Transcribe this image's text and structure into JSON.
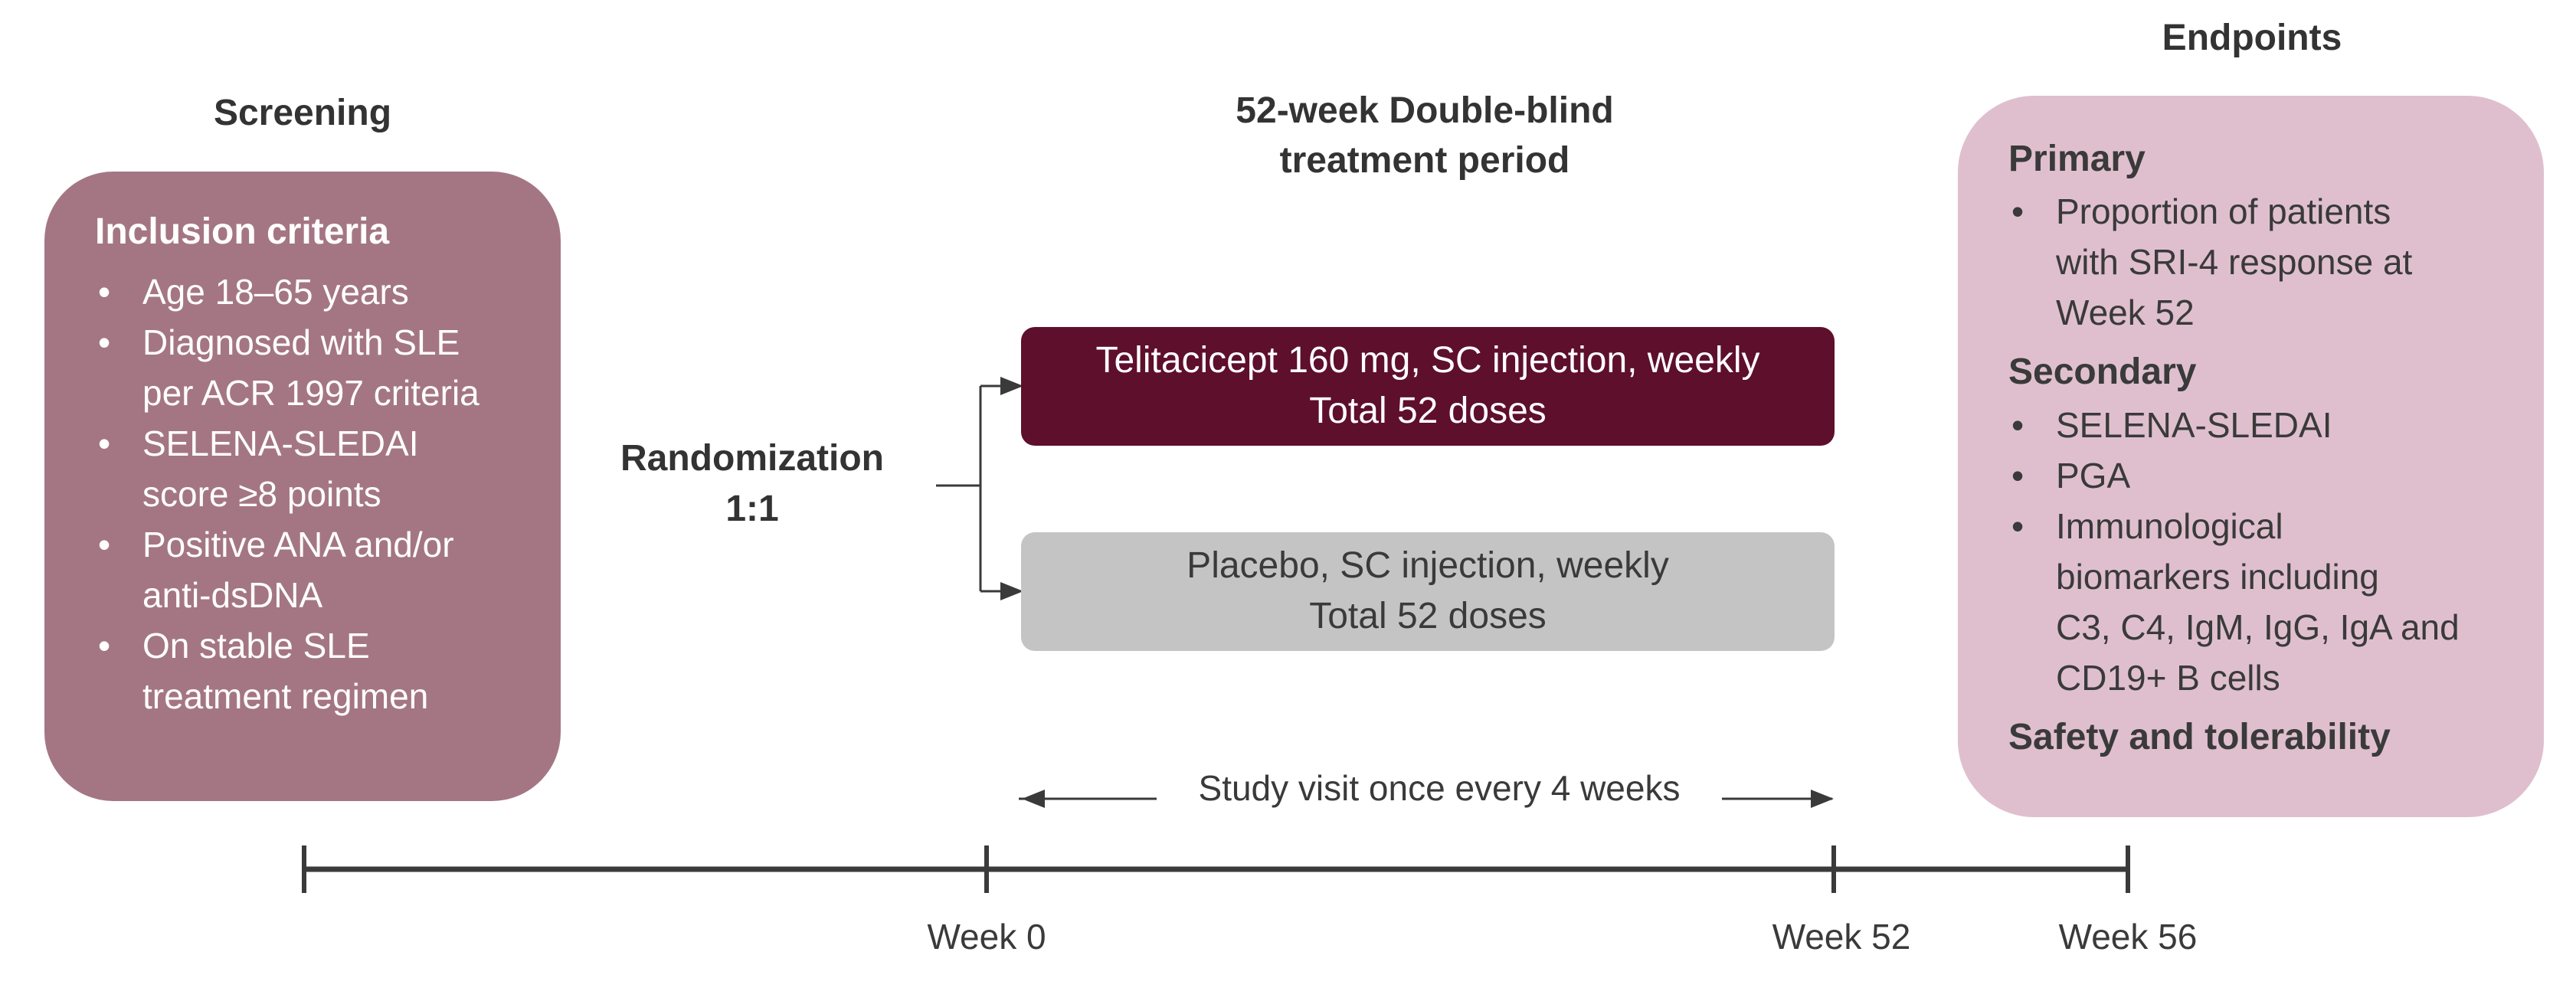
{
  "headings": {
    "screening": "Screening",
    "treatment_line1": "52-week Double-blind",
    "treatment_line2": "treatment period",
    "endpoints": "Endpoints"
  },
  "inclusion": {
    "title": "Inclusion criteria",
    "items": [
      [
        "Age 18–65 years"
      ],
      [
        "Diagnosed with SLE",
        "per ACR 1997 criteria"
      ],
      [
        "SELENA-SLEDAI",
        "score ≥8 points"
      ],
      [
        "Positive ANA and/or",
        "anti-dsDNA"
      ],
      [
        "On stable SLE",
        "treatment regimen"
      ]
    ]
  },
  "randomization": {
    "line1": "Randomization",
    "line2": "1:1"
  },
  "arms": [
    {
      "line1": "Telitacicept 160 mg, SC injection, weekly",
      "line2": "Total 52 doses",
      "color": "#5e0f2b"
    },
    {
      "line1": "Placebo, SC injection, weekly",
      "line2": "Total 52 doses",
      "color": "#c4c4c4"
    }
  ],
  "study_visit": "Study visit once every 4 weeks",
  "endpoints": {
    "primary_title": "Primary",
    "primary_items": [
      [
        "Proportion of patients",
        "with SRI-4 response at",
        "Week 52"
      ]
    ],
    "secondary_title": "Secondary",
    "secondary_items": [
      [
        "SELENA-SLEDAI"
      ],
      [
        "PGA"
      ],
      [
        "Immunological",
        "biomarkers including",
        "C3, C4, IgM, IgG, IgA and",
        "CD19+ B cells"
      ]
    ],
    "safety_title": "Safety and tolerability"
  },
  "timeline": {
    "week0": "Week 0",
    "week52": "Week 52",
    "week56": "Week 56"
  },
  "colors": {
    "screening_box": "#a47684",
    "endpoints_box": "#dfbfce",
    "telitacicept_arm": "#5e0f2b",
    "placebo_arm": "#c4c4c4",
    "lines": "#3a3a3a"
  }
}
